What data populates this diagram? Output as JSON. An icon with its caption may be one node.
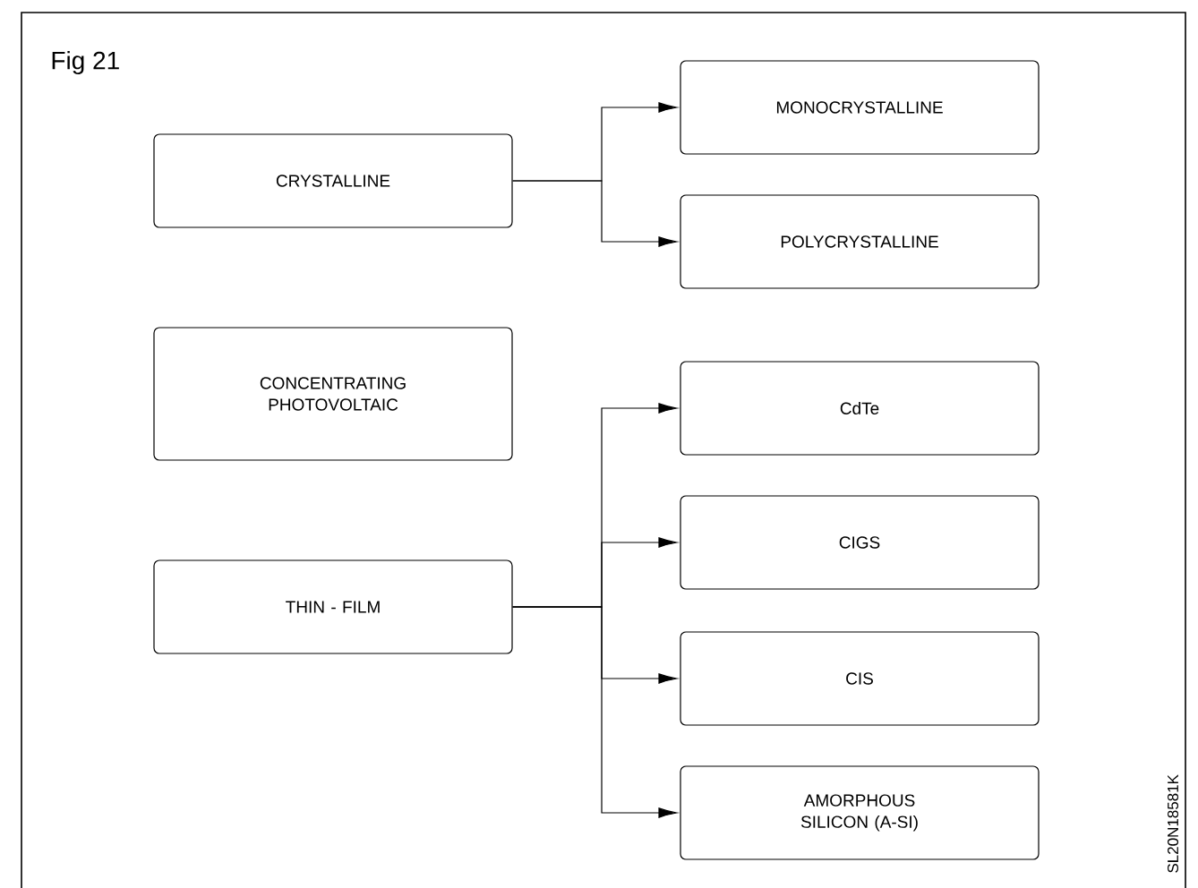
{
  "diagram": {
    "title": "Fig 21",
    "nodes": [
      {
        "text": [
          "CRYSTALLINE"
        ]
      },
      {
        "text": [
          "MONOCRYSTALLINE"
        ]
      },
      {
        "text": [
          "POLYCRYSTALLINE"
        ]
      },
      {
        "text": [
          "CONCENTRATING PHOTOVOLTAIC"
        ]
      },
      {
        "text": [
          "THIN - FILM"
        ]
      },
      {
        "text": [
          "CdTe"
        ]
      },
      {
        "text": [
          "CIGS"
        ]
      },
      {
        "text": [
          "CIS"
        ]
      },
      {
        "text": [
          "AMORPHOUS SILICON (A-SI)"
        ]
      }
    ],
    "edges": [
      {
        "from": 0,
        "to": 1,
        "arrow": "to"
      },
      {
        "from": 0,
        "to": 2,
        "arrow": "to"
      },
      {
        "from": 4,
        "to": 5,
        "arrow": "to"
      },
      {
        "from": 4,
        "to": 6,
        "arrow": "to"
      },
      {
        "from": 4,
        "to": 7,
        "arrow": "to"
      },
      {
        "from": 4,
        "to": 8,
        "arrow": "to"
      }
    ],
    "labels": [
      "SL20N18581K"
    ]
  }
}
